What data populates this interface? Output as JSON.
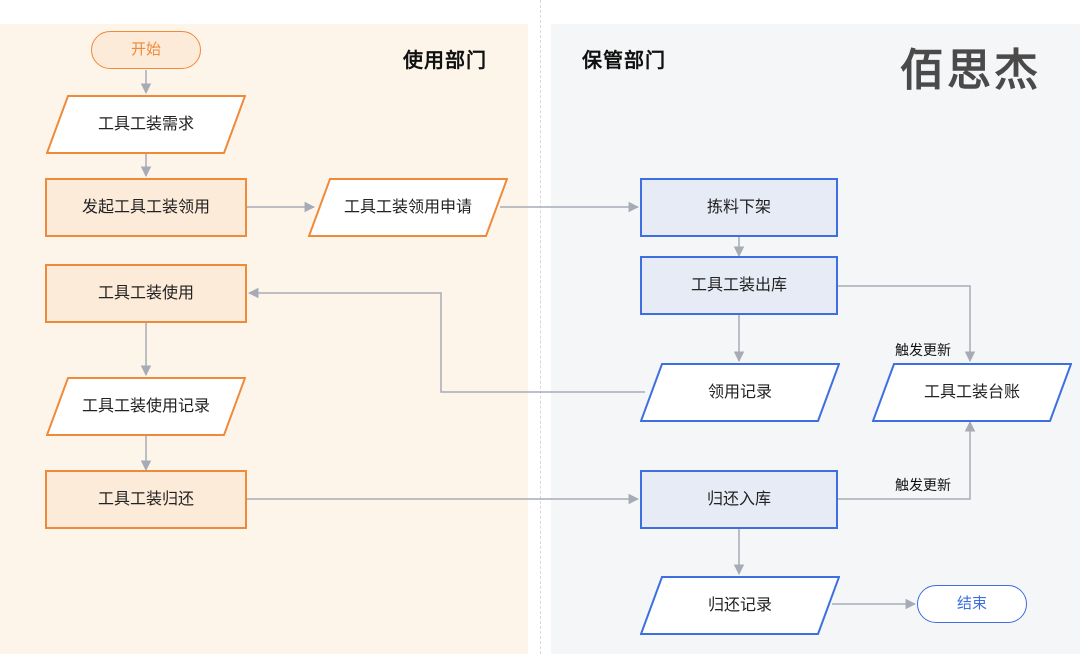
{
  "lanes": {
    "left": "使用部门",
    "right": "保管部门"
  },
  "brand": "佰思杰",
  "nodes": {
    "start": "开始",
    "need": "工具工装需求",
    "initiate": "发起工具工装领用",
    "apply": "工具工装领用申请",
    "use": "工具工装使用",
    "use_record": "工具工装使用记录",
    "return": "工具工装归还",
    "pick": "拣料下架",
    "outbound": "工具工装出库",
    "borrow_record": "领用记录",
    "ledger": "工具工装台账",
    "inbound": "归还入库",
    "return_record": "归还记录",
    "end": "结束"
  },
  "edge_labels": {
    "trigger_update_1": "触发更新",
    "trigger_update_2": "触发更新"
  },
  "colors": {
    "orange": "#ef8a3b",
    "blue": "#3d6fe0",
    "arrow": "#a6abb5"
  }
}
